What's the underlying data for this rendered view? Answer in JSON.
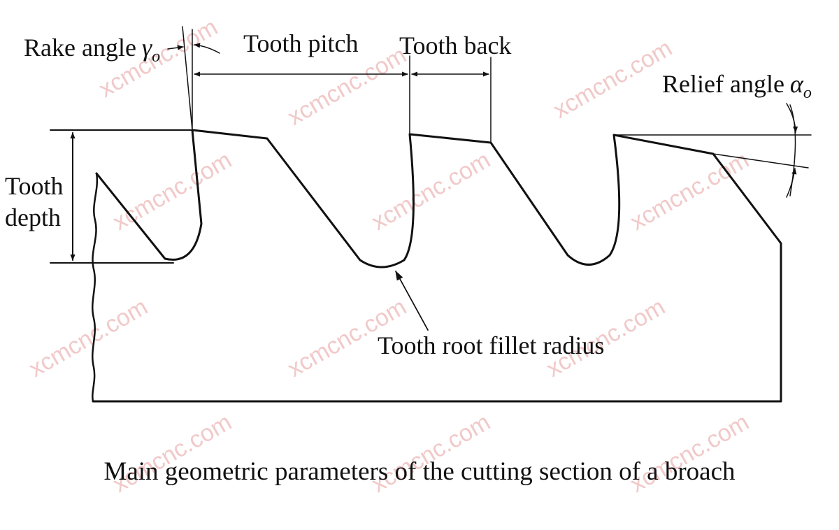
{
  "labels": {
    "rake_angle": "Rake angle",
    "rake_symbol": "γ",
    "rake_sub": "o",
    "tooth_pitch": "Tooth pitch",
    "tooth_back": "Tooth back",
    "relief_angle": "Relief angle",
    "relief_symbol": "α",
    "relief_sub": "o",
    "tooth_depth_line1": "Tooth",
    "tooth_depth_line2": "depth",
    "root_fillet": "Tooth root fillet radius"
  },
  "caption": "Main geometric parameters of the cutting section of a broach",
  "watermark": "xcmcnc.com",
  "colors": {
    "line": "#111111",
    "watermark": "#f1c9c9",
    "background": "#ffffff"
  }
}
